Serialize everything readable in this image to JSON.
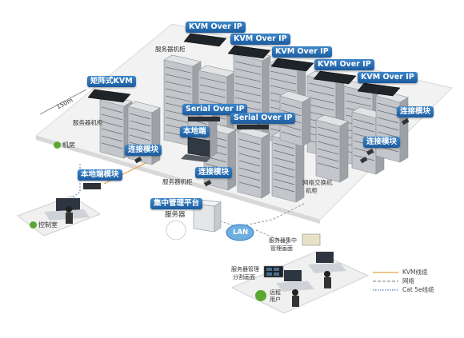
{
  "labels": {
    "kvm_over_ip": "KVM Over IP",
    "matrix_kvm": "矩阵式KVM",
    "serial_over_ip": "Serial Over IP",
    "local_console": "本地端",
    "connection_module": "连接模块",
    "local_module": "本地端模块",
    "central_mgmt": "集中管理平台",
    "server": "服务器",
    "server_cabinet": "服务器机柜",
    "network_switch_cabinet_line1": "网络交换机",
    "network_switch_cabinet_line2": "机柜",
    "machine_room": "机房",
    "control_room": "控制室",
    "lan": "LAN",
    "distance": "150m",
    "server_central_screen_line1": "服务器集中",
    "server_central_screen_line2": "管理画面",
    "server_mgmt_split_line1": "服务器管理",
    "server_mgmt_split_line2": "分割画面",
    "remote_user_line1": "远程",
    "remote_user_line2": "用户"
  },
  "legend": [
    {
      "label": "KVM线缆",
      "color": "#e8a33d",
      "style": "solid"
    },
    {
      "label": "网络",
      "color": "#999999",
      "style": "dashed"
    },
    {
      "label": "Cat 5e线缆",
      "color": "#4f7fc4",
      "style": "dotted"
    }
  ],
  "colors": {
    "tag_blue": "#2a6db5",
    "rack_gray": "#b8bcc0",
    "floor": "#f3f3f3",
    "room_icon_green": "#5aa832"
  }
}
